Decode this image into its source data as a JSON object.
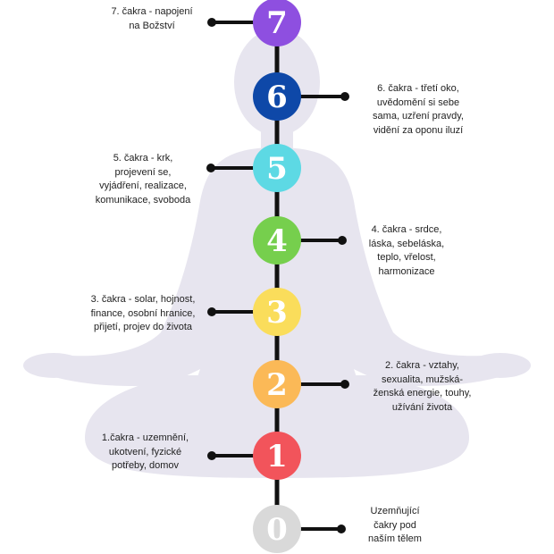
{
  "chakras": [
    {
      "number": "7",
      "color": "#8e4fe0",
      "label": "7. čakra - napojení\nna Božství"
    },
    {
      "number": "6",
      "color": "#0e48a8",
      "label": "6. čakra - třetí oko,\nuvědomění si sebe\nsama, uzření pravdy,\nvidění za oponu iluzí"
    },
    {
      "number": "5",
      "color": "#5dd9e4",
      "label": "5. čakra - krk,\nprojevení se,\nvyjádření, realizace,\nkomunikace, svoboda"
    },
    {
      "number": "4",
      "color": "#76cf4d",
      "label": "4. čakra - srdce,\nláska, sebeláska,\nteplo, vřelost,\nharmonizace"
    },
    {
      "number": "3",
      "color": "#fadd5b",
      "label": "3. čakra - solar, hojnost,\nfinance, osobní hranice,\npřijetí, projev do života"
    },
    {
      "number": "2",
      "color": "#fbb957",
      "label": "2. čakra - vztahy,\nsexualita, mužská-\nženská energie, touhy,\nužívání života"
    },
    {
      "number": "1",
      "color": "#f2545b",
      "label": "1.čakra - uzemnění,\nukotvení, fyzické\npotřeby, domov"
    },
    {
      "number": "0",
      "color": "#d9d9d9",
      "label": "Uzemňující\nčakry pod\nnaším tělem"
    }
  ],
  "colors": {
    "silhouette": "#e7e5ef",
    "line": "#111111"
  }
}
